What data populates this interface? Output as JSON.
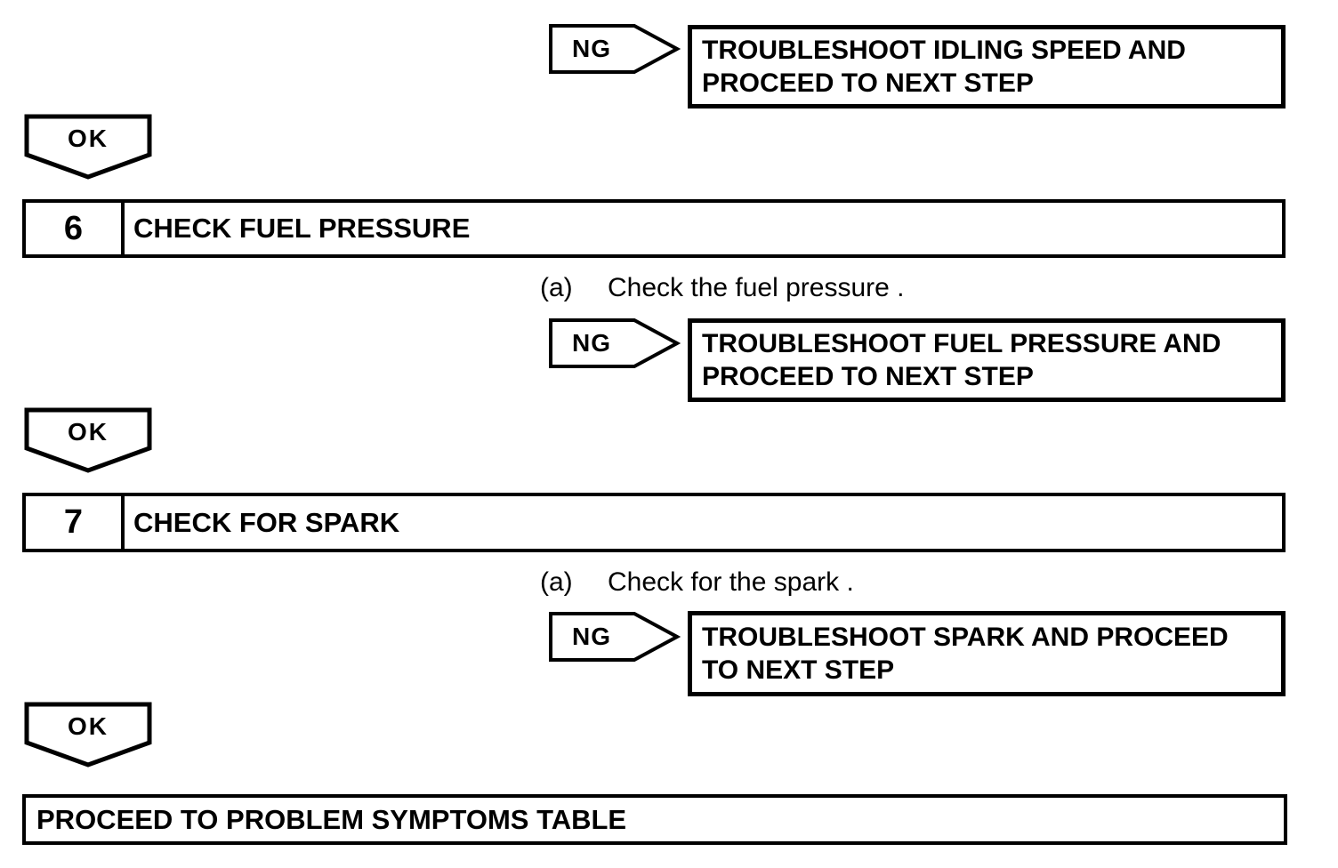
{
  "diagram": {
    "ng_label": "NG",
    "ok_label": "OK",
    "branch_boxes": [
      {
        "line1": "TROUBLESHOOT IDLING SPEED AND",
        "line2": "PROCEED TO NEXT STEP"
      },
      {
        "line1": "TROUBLESHOOT FUEL PRESSURE AND",
        "line2": "PROCEED TO NEXT STEP"
      },
      {
        "line1": "TROUBLESHOOT SPARK AND PROCEED",
        "line2": "TO NEXT STEP"
      }
    ],
    "steps": [
      {
        "number": "6",
        "title": "CHECK FUEL PRESSURE",
        "substep_label": "(a)",
        "substep_text": "Check the fuel pressure ."
      },
      {
        "number": "7",
        "title": "CHECK FOR SPARK",
        "substep_label": "(a)",
        "substep_text": "Check for the spark ."
      }
    ],
    "final_label": "PROCEED TO PROBLEM SYMPTOMS TABLE",
    "colors": {
      "ink": "#000000",
      "background": "#ffffff"
    }
  }
}
